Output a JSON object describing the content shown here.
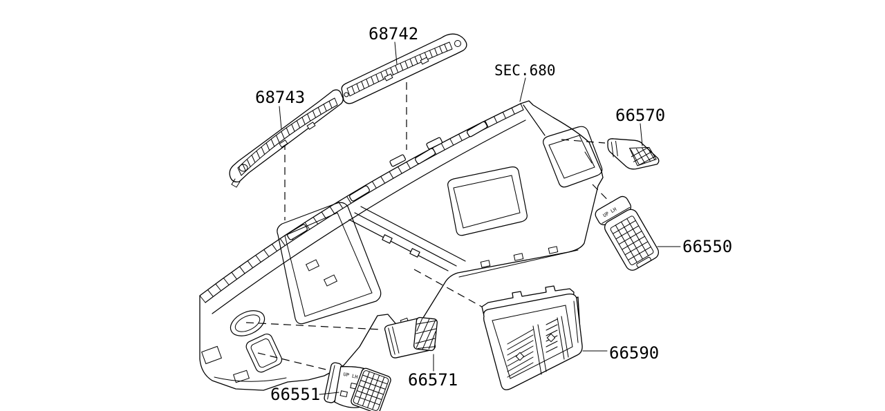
{
  "figure": {
    "colors": {
      "background": "#ffffff",
      "line": "#000000"
    },
    "section_callout": {
      "label": "SEC.680"
    },
    "parts": {
      "defroster_grille_center": {
        "part_number": "68742"
      },
      "defroster_grille_side": {
        "part_number": "68743"
      },
      "demister_vent_rh": {
        "part_number": "66570"
      },
      "side_ventilator_rh": {
        "part_number": "66550",
        "marking": "UP LH"
      },
      "center_ventilator": {
        "part_number": "66590"
      },
      "demister_vent_lh": {
        "part_number": "66571"
      },
      "side_ventilator_lh": {
        "part_number": "66551",
        "marking": "UP LH"
      }
    }
  }
}
